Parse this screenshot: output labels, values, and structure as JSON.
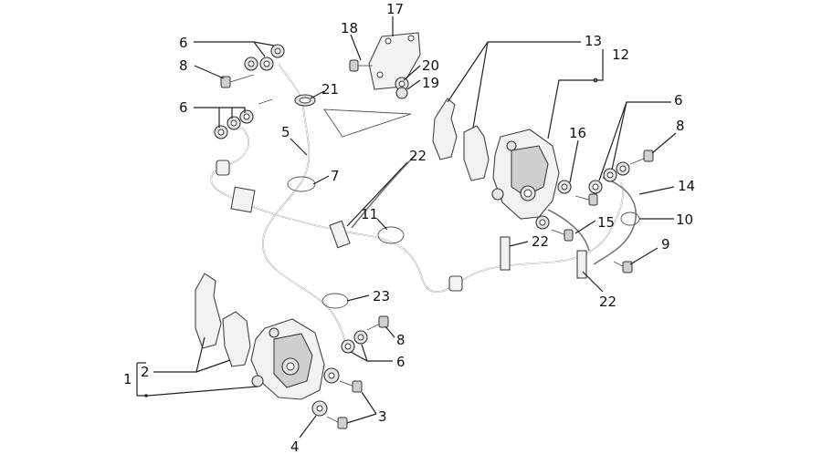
{
  "labels": {
    "l1": "1",
    "l2": "2",
    "l3": "3",
    "l4": "4",
    "l5": "5",
    "l6a": "6",
    "l6b": "6",
    "l6c": "6",
    "l6d": "6",
    "l7": "7",
    "l8a": "8",
    "l8b": "8",
    "l8c": "8",
    "l9": "9",
    "l10": "10",
    "l11": "11",
    "l12": "12",
    "l13": "13",
    "l14": "14",
    "l15": "15",
    "l16": "16",
    "l17": "17",
    "l18": "18",
    "l19": "19",
    "l20": "20",
    "l21": "21",
    "l22a": "22",
    "l22b": "22",
    "l22c": "22",
    "l23": "23"
  }
}
